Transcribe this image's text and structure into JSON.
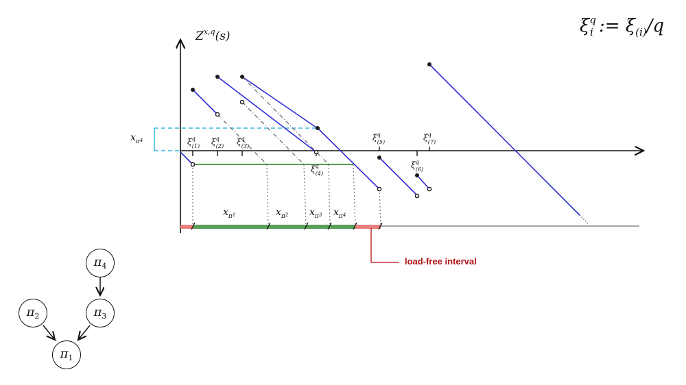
{
  "formula": {
    "base": "ξ",
    "sup": "q",
    "sub": "i",
    "op": " := ξ",
    "sub2": "(i)",
    "tail": "/q"
  },
  "y_axis_label": {
    "base": "Z",
    "sup": "x,q",
    "arg": "(s)"
  },
  "xi_labels": [
    {
      "sup": "q",
      "sub": "(1)"
    },
    {
      "sup": "q",
      "sub": "(2)"
    },
    {
      "sup": "q",
      "sub": "(3)"
    },
    {
      "sup": "q",
      "sub": "(4)"
    },
    {
      "sup": "q",
      "sub": "(5)"
    },
    {
      "sup": "q",
      "sub": "(6)"
    },
    {
      "sup": "q",
      "sub": "(7)"
    }
  ],
  "bracket_label": {
    "base": "x",
    "sub": "π",
    "sub2": "4"
  },
  "segment_labels": [
    {
      "base": "x",
      "sub": "π",
      "sub2": "1"
    },
    {
      "base": "x",
      "sub": "π",
      "sub2": "2"
    },
    {
      "base": "x",
      "sub": "π",
      "sub2": "3"
    },
    {
      "base": "x",
      "sub": "π",
      "sub2": "4"
    }
  ],
  "load_free_label": "load-free interval",
  "graph_nodes": [
    {
      "id": "pi4",
      "base": "π",
      "sub": "4"
    },
    {
      "id": "pi2",
      "base": "π",
      "sub": "2"
    },
    {
      "id": "pi3",
      "base": "π",
      "sub": "3"
    },
    {
      "id": "pi1",
      "base": "π",
      "sub": "1"
    }
  ],
  "colors": {
    "blue": "#2b2bd6",
    "green": "#1f7a1f",
    "green_bar": "#5a9e5a",
    "red_bar": "#e88080",
    "cyan": "#35b6e0",
    "gray": "#777777",
    "dark_red": "#b01010"
  }
}
